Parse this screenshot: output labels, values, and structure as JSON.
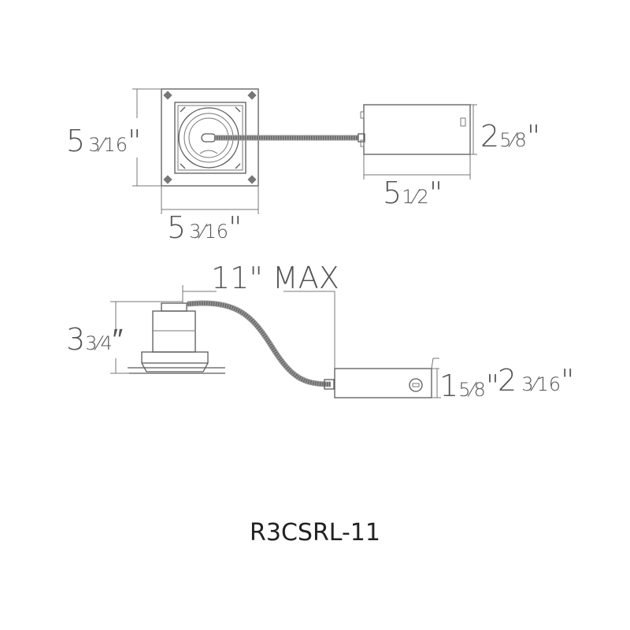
{
  "top_view": {
    "height_label": {
      "whole": "5",
      "frac": "3⁄16",
      "unit": "\""
    },
    "width_label": {
      "whole": "5",
      "frac": "3⁄16",
      "unit": "\""
    },
    "driver_height_label": {
      "whole": "2",
      "frac": "5⁄8",
      "unit": "\""
    },
    "driver_length_label": {
      "whole": "5",
      "frac": "1⁄2",
      "unit": "\""
    }
  },
  "side_view": {
    "cable_label": "11\" MAX",
    "height_label": {
      "whole": "3",
      "frac": "3⁄4",
      "unit": "″"
    },
    "box_height_label": {
      "whole": "1",
      "frac": "5⁄8",
      "unit": "\""
    },
    "box_total_label": {
      "whole": "2",
      "frac": "3⁄16",
      "unit": "\""
    }
  },
  "model": "R3CSRL-11"
}
